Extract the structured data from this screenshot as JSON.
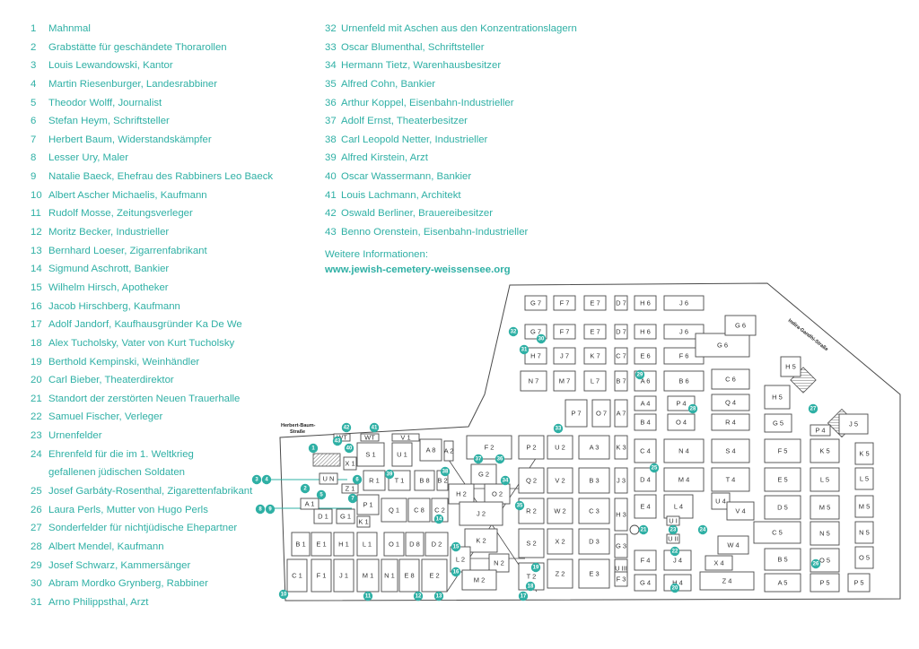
{
  "legend_left": [
    {
      "num": "1",
      "text": "Mahnmal"
    },
    {
      "num": "2",
      "text": "Grabstätte für geschändete Thorarollen"
    },
    {
      "num": "3",
      "text": "Louis Lewandowski, Kantor"
    },
    {
      "num": "4",
      "text": "Martin Riesenburger, Landesrabbiner"
    },
    {
      "num": "5",
      "text": "Theodor Wolff, Journalist"
    },
    {
      "num": "6",
      "text": "Stefan Heym, Schriftsteller"
    },
    {
      "num": "7",
      "text": "Herbert Baum, Widerstandskämpfer"
    },
    {
      "num": "8",
      "text": "Lesser Ury, Maler"
    },
    {
      "num": "9",
      "text": "Natalie Baeck, Ehefrau des Rabbiners Leo Baeck"
    },
    {
      "num": "10",
      "text": "Albert Ascher Michaelis, Kaufmann"
    },
    {
      "num": "11",
      "text": "Rudolf Mosse, Zeitungsverleger"
    },
    {
      "num": "12",
      "text": "Moritz Becker, Industrieller"
    },
    {
      "num": "13",
      "text": "Bernhard Loeser, Zigarrenfabrikant"
    },
    {
      "num": "14",
      "text": "Sigmund Aschrott, Bankier"
    },
    {
      "num": "15",
      "text": "Wilhelm Hirsch, Apotheker"
    },
    {
      "num": "16",
      "text": "Jacob Hirschberg, Kaufmann"
    },
    {
      "num": "17",
      "text": "Adolf Jandorf, Kaufhausgründer Ka De We"
    },
    {
      "num": "18",
      "text": "Alex Tucholsky, Vater von Kurt Tucholsky"
    },
    {
      "num": "19",
      "text": "Berthold Kempinski, Weinhändler"
    },
    {
      "num": "20",
      "text": "Carl Bieber, Theaterdirektor"
    },
    {
      "num": "21",
      "text": "Standort der zerstörten Neuen Trauerhalle"
    },
    {
      "num": "22",
      "text": "Samuel Fischer, Verleger"
    },
    {
      "num": "23",
      "text": "Urnenfelder"
    },
    {
      "num": "24",
      "text": "Ehrenfeld für die im 1. Weltkrieg"
    },
    {
      "num": "",
      "text": "gefallenen jüdischen Soldaten"
    },
    {
      "num": "25",
      "text": "Josef Garbáty-Rosenthal, Zigarettenfabrikant"
    },
    {
      "num": "26",
      "text": "Laura Perls,  Mutter von Hugo Perls"
    },
    {
      "num": "27",
      "text": "Sonderfelder für nichtjüdische Ehepartner"
    },
    {
      "num": "28",
      "text": "Albert Mendel, Kaufmann"
    },
    {
      "num": "29",
      "text": "Josef Schwarz, Kammersänger"
    },
    {
      "num": "30",
      "text": "Abram Mordko Grynberg, Rabbiner"
    },
    {
      "num": "31",
      "text": "Arno Philippsthal, Arzt"
    }
  ],
  "legend_right": [
    {
      "num": "32",
      "text": "Urnenfeld  mit Aschen aus den Konzentrationslagern"
    },
    {
      "num": "33",
      "text": "Oscar Blumenthal, Schriftsteller"
    },
    {
      "num": "34",
      "text": "Hermann Tietz, Warenhausbesitzer"
    },
    {
      "num": "35",
      "text": "Alfred Cohn, Bankier"
    },
    {
      "num": "36",
      "text": "Arthur Koppel, Eisenbahn-Industrieller"
    },
    {
      "num": "37",
      "text": "Adolf Ernst, Theaterbesitzer"
    },
    {
      "num": "38",
      "text": "Carl Leopold Netter, Industrieller"
    },
    {
      "num": "39",
      "text": "Alfred Kirstein, Arzt"
    },
    {
      "num": "40",
      "text": "Oscar Wassermann, Bankier"
    },
    {
      "num": "41",
      "text": "Louis Lachmann, Architekt"
    },
    {
      "num": "42",
      "text": "Oswald Berliner, Brauereibesitzer"
    },
    {
      "num": "43",
      "text": "Benno Orenstein, Eisenbahn-Industrieller"
    }
  ],
  "info": {
    "heading": "Weitere Informationen:",
    "url": "www.jewish-cemetery-weissensee.org"
  },
  "map": {
    "streets": {
      "herbert_baum": "Herbert-Baum-",
      "herbert_baum2": "Straße",
      "indira": "Indira-Gandhi-Straße"
    },
    "blocks": [
      {
        "id": "G7a",
        "t": "G 7"
      },
      {
        "id": "F7a",
        "t": "F 7"
      },
      {
        "id": "E7a",
        "t": "E 7"
      },
      {
        "id": "D7a",
        "t": "D 7"
      },
      {
        "id": "H6a",
        "t": "H 6"
      },
      {
        "id": "J6a",
        "t": "J 6"
      },
      {
        "id": "G7b",
        "t": "G 7"
      },
      {
        "id": "F7b",
        "t": "F 7"
      },
      {
        "id": "E7b",
        "t": "E 7"
      },
      {
        "id": "D7b",
        "t": "D 7"
      },
      {
        "id": "H6b",
        "t": "H 6"
      },
      {
        "id": "J6b",
        "t": "J 6"
      },
      {
        "id": "H7",
        "t": "H 7"
      },
      {
        "id": "J7",
        "t": "J 7"
      },
      {
        "id": "K7",
        "t": "K 7"
      },
      {
        "id": "C7",
        "t": "C 7"
      },
      {
        "id": "E6",
        "t": "E 6"
      },
      {
        "id": "F6",
        "t": "F 6"
      },
      {
        "id": "N7",
        "t": "N 7"
      },
      {
        "id": "M7",
        "t": "M 7"
      },
      {
        "id": "L7",
        "t": "L 7"
      },
      {
        "id": "B7",
        "t": "B 7"
      },
      {
        "id": "A6",
        "t": "A 6"
      },
      {
        "id": "B6",
        "t": "B 6"
      },
      {
        "id": "C6",
        "t": "C 6"
      },
      {
        "id": "G6a",
        "t": "G 6"
      },
      {
        "id": "G6b",
        "t": "G 6"
      },
      {
        "id": "H5a",
        "t": "H 5"
      },
      {
        "id": "H5b",
        "t": "H 5"
      },
      {
        "id": "P7",
        "t": "P 7"
      },
      {
        "id": "O7",
        "t": "O 7"
      },
      {
        "id": "A7",
        "t": "A 7"
      },
      {
        "id": "A4",
        "t": "A 4"
      },
      {
        "id": "P4",
        "t": "P 4"
      },
      {
        "id": "Q4",
        "t": "Q 4"
      },
      {
        "id": "B4",
        "t": "B 4"
      },
      {
        "id": "O4",
        "t": "O 4"
      },
      {
        "id": "R4",
        "t": "R 4"
      },
      {
        "id": "G5",
        "t": "G 5"
      },
      {
        "id": "J5",
        "t": "J 5"
      },
      {
        "id": "P4b",
        "t": "P 4"
      },
      {
        "id": "V1",
        "t": "V 1"
      },
      {
        "id": "WT1",
        "t": "WT"
      },
      {
        "id": "WT2",
        "t": "WT"
      },
      {
        "id": "S1",
        "t": "S 1"
      },
      {
        "id": "U1",
        "t": "U 1"
      },
      {
        "id": "A8",
        "t": "A 8"
      },
      {
        "id": "A2",
        "t": "A 2"
      },
      {
        "id": "F2",
        "t": "F 2"
      },
      {
        "id": "P2",
        "t": "P 2"
      },
      {
        "id": "U2",
        "t": "U 2"
      },
      {
        "id": "A3",
        "t": "A 3"
      },
      {
        "id": "K3",
        "t": "K 3"
      },
      {
        "id": "C4",
        "t": "C 4"
      },
      {
        "id": "N4",
        "t": "N 4"
      },
      {
        "id": "S4",
        "t": "S 4"
      },
      {
        "id": "F5",
        "t": "F 5"
      },
      {
        "id": "K5a",
        "t": "K 5"
      },
      {
        "id": "K5b",
        "t": "K 5"
      },
      {
        "id": "X1",
        "t": "X 1"
      },
      {
        "id": "R1",
        "t": "R 1"
      },
      {
        "id": "T1",
        "t": "T 1"
      },
      {
        "id": "B8",
        "t": "B 8"
      },
      {
        "id": "B2",
        "t": "B 2"
      },
      {
        "id": "G2",
        "t": "G 2"
      },
      {
        "id": "Q2",
        "t": "Q 2"
      },
      {
        "id": "V2",
        "t": "V 2"
      },
      {
        "id": "B3",
        "t": "B 3"
      },
      {
        "id": "J3",
        "t": "J 3"
      },
      {
        "id": "D4",
        "t": "D 4"
      },
      {
        "id": "M4",
        "t": "M 4"
      },
      {
        "id": "T4",
        "t": "T 4"
      },
      {
        "id": "E5",
        "t": "E 5"
      },
      {
        "id": "L5a",
        "t": "L 5"
      },
      {
        "id": "L5b",
        "t": "L 5"
      },
      {
        "id": "UN",
        "t": "U N"
      },
      {
        "id": "Z1",
        "t": "Z 1"
      },
      {
        "id": "H2",
        "t": "H 2"
      },
      {
        "id": "O2",
        "t": "O 2"
      },
      {
        "id": "E4",
        "t": "E 4"
      },
      {
        "id": "L4",
        "t": "L 4"
      },
      {
        "id": "U4",
        "t": "U 4"
      },
      {
        "id": "V4",
        "t": "V 4"
      },
      {
        "id": "D5",
        "t": "D 5"
      },
      {
        "id": "M5a",
        "t": "M 5"
      },
      {
        "id": "M5b",
        "t": "M 5"
      },
      {
        "id": "A1",
        "t": "A 1"
      },
      {
        "id": "P1",
        "t": "P 1"
      },
      {
        "id": "Q1",
        "t": "Q 1"
      },
      {
        "id": "C8",
        "t": "C 8"
      },
      {
        "id": "C2",
        "t": "C 2"
      },
      {
        "id": "J2",
        "t": "J 2"
      },
      {
        "id": "R2",
        "t": "R 2"
      },
      {
        "id": "W2",
        "t": "W 2"
      },
      {
        "id": "C3",
        "t": "C 3"
      },
      {
        "id": "H3",
        "t": "H 3"
      },
      {
        "id": "D1",
        "t": "D 1"
      },
      {
        "id": "G1",
        "t": "G 1"
      },
      {
        "id": "K1",
        "t": "K 1"
      },
      {
        "id": "UI",
        "t": "U I"
      },
      {
        "id": "UII",
        "t": "U II"
      },
      {
        "id": "C5",
        "t": "C 5"
      },
      {
        "id": "N5a",
        "t": "N 5"
      },
      {
        "id": "N5b",
        "t": "N 5"
      },
      {
        "id": "B1",
        "t": "B 1"
      },
      {
        "id": "E1",
        "t": "E 1"
      },
      {
        "id": "H1",
        "t": "H 1"
      },
      {
        "id": "L1",
        "t": "L 1"
      },
      {
        "id": "O1",
        "t": "O 1"
      },
      {
        "id": "D8",
        "t": "D 8"
      },
      {
        "id": "D2",
        "t": "D 2"
      },
      {
        "id": "K2",
        "t": "K 2"
      },
      {
        "id": "S2",
        "t": "S 2"
      },
      {
        "id": "X2",
        "t": "X 2"
      },
      {
        "id": "D3",
        "t": "D 3"
      },
      {
        "id": "G3",
        "t": "G 3"
      },
      {
        "id": "F4",
        "t": "F 4"
      },
      {
        "id": "J4",
        "t": "J 4"
      },
      {
        "id": "W4",
        "t": "W 4"
      },
      {
        "id": "X4",
        "t": "X 4"
      },
      {
        "id": "B5",
        "t": "B 5"
      },
      {
        "id": "O5a",
        "t": "O 5"
      },
      {
        "id": "O5b",
        "t": "O 5"
      },
      {
        "id": "L2",
        "t": "L 2"
      },
      {
        "id": "N2",
        "t": "N 2"
      },
      {
        "id": "T2",
        "t": "T 2"
      },
      {
        "id": "Z2",
        "t": "Z 2"
      },
      {
        "id": "E3",
        "t": "E 3"
      },
      {
        "id": "UIII",
        "t": "U III"
      },
      {
        "id": "F3",
        "t": "F 3"
      },
      {
        "id": "C1",
        "t": "C 1"
      },
      {
        "id": "F1",
        "t": "F 1"
      },
      {
        "id": "J1",
        "t": "J 1"
      },
      {
        "id": "M1",
        "t": "M 1"
      },
      {
        "id": "N1",
        "t": "N 1"
      },
      {
        "id": "E8",
        "t": "E 8"
      },
      {
        "id": "E2",
        "t": "E 2"
      },
      {
        "id": "M2",
        "t": "M 2"
      },
      {
        "id": "G4",
        "t": "G 4"
      },
      {
        "id": "H4",
        "t": "H 4"
      },
      {
        "id": "Z4",
        "t": "Z 4"
      },
      {
        "id": "A5",
        "t": "A 5"
      },
      {
        "id": "P5a",
        "t": "P 5"
      },
      {
        "id": "P5b",
        "t": "P 5"
      }
    ],
    "markers": [
      "1",
      "2",
      "3",
      "4",
      "5",
      "6",
      "7",
      "8",
      "9",
      "10",
      "11",
      "12",
      "13",
      "14",
      "15",
      "16",
      "17",
      "18",
      "19",
      "20",
      "21",
      "22",
      "23",
      "24",
      "25",
      "26",
      "27",
      "28",
      "29",
      "30",
      "31",
      "32",
      "33",
      "34",
      "35",
      "36",
      "37",
      "38",
      "39",
      "40",
      "41",
      "42",
      "43"
    ],
    "accent": "#2fb0a5"
  }
}
